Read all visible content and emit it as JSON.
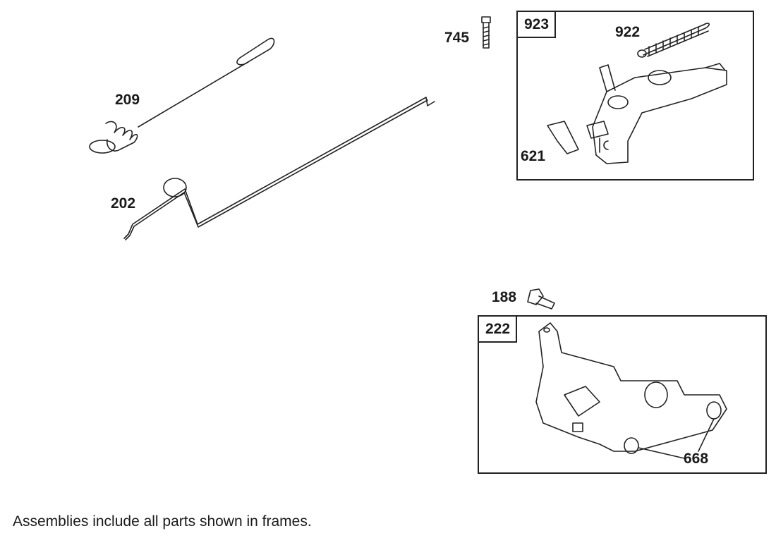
{
  "parts": {
    "spring_209": "209",
    "link_202": "202",
    "screw_745": "745",
    "spring_922": "922",
    "clip_621": "621",
    "bolt_188": "188",
    "bushing_668": "668"
  },
  "frames": {
    "control_assembly": "923",
    "bracket_assembly": "222"
  },
  "caption": "Assemblies include all parts shown in frames."
}
